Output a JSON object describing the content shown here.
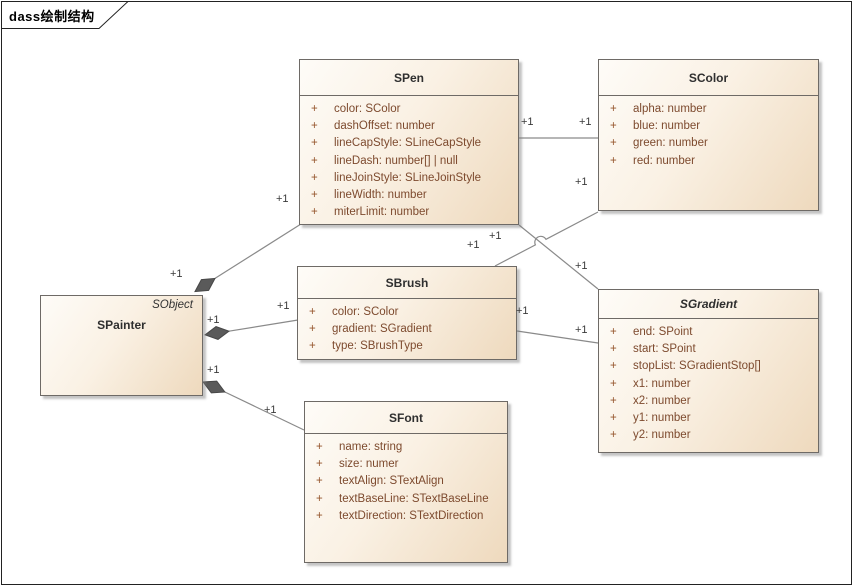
{
  "frame": {
    "title": "dass绘制结构"
  },
  "classes": {
    "spen": {
      "name": "SPen",
      "attributes": [
        {
          "v": "+",
          "t": "color: SColor"
        },
        {
          "v": "+",
          "t": "dashOffset: number"
        },
        {
          "v": "+",
          "t": "lineCapStyle: SLineCapStyle"
        },
        {
          "v": "+",
          "t": "lineDash: number[] | null"
        },
        {
          "v": "+",
          "t": "lineJoinStyle: SLineJoinStyle"
        },
        {
          "v": "+",
          "t": "lineWidth: number"
        },
        {
          "v": "+",
          "t": "miterLimit: number"
        }
      ]
    },
    "scolor": {
      "name": "SColor",
      "attributes": [
        {
          "v": "+",
          "t": "alpha: number"
        },
        {
          "v": "+",
          "t": "blue: number"
        },
        {
          "v": "+",
          "t": "green: number"
        },
        {
          "v": "+",
          "t": "red: number"
        }
      ]
    },
    "sbrush": {
      "name": "SBrush",
      "attributes": [
        {
          "v": "+",
          "t": "color: SColor"
        },
        {
          "v": "+",
          "t": "gradient: SGradient"
        },
        {
          "v": "+",
          "t": "type: SBrushType"
        }
      ]
    },
    "sgradient": {
      "name": "SGradient",
      "abstract": true,
      "attributes": [
        {
          "v": "+",
          "t": "end: SPoint"
        },
        {
          "v": "+",
          "t": "start: SPoint"
        },
        {
          "v": "+",
          "t": "stopList: SGradientStop[]"
        },
        {
          "v": "+",
          "t": "x1: number"
        },
        {
          "v": "+",
          "t": "x2: number"
        },
        {
          "v": "+",
          "t": "y1: number"
        },
        {
          "v": "+",
          "t": "y2: number"
        }
      ]
    },
    "sfont": {
      "name": "SFont",
      "attributes": [
        {
          "v": "+",
          "t": "name: string"
        },
        {
          "v": "+",
          "t": "size: numer"
        },
        {
          "v": "+",
          "t": "textAlign: STextAlign"
        },
        {
          "v": "+",
          "t": "textBaseLine: STextBaseLine"
        },
        {
          "v": "+",
          "t": "textDirection: STextDirection"
        }
      ]
    },
    "spainter": {
      "name": "SPainter",
      "parent": "SObject",
      "attributes": []
    }
  },
  "connectors": {
    "spainter_spen": {
      "type": "composition",
      "source_label": "+1",
      "target_label": "+1"
    },
    "spainter_sbrush": {
      "type": "composition",
      "source_label": "+1",
      "target_label": "+1"
    },
    "spainter_sfont": {
      "type": "composition",
      "source_label": "+1",
      "target_label": "+1"
    },
    "spen_scolor": {
      "type": "association",
      "source_label": "+1",
      "target_label": "+1"
    },
    "sbrush_scolor": {
      "type": "association",
      "source_label": "+1",
      "target_label": "+1"
    },
    "spen_sgradient": {
      "type": "association",
      "source_label": "+1",
      "target_label": "+1"
    },
    "sbrush_sgradient": {
      "type": "association",
      "source_label": "+1",
      "target_label": "+1"
    }
  },
  "colors": {
    "box_fill_light": "#fefcf8",
    "box_fill_dark": "#eed9bd",
    "box_border": "#6e6a66",
    "attr_text": "#7d4a2e",
    "visibility_sign": "#95552c",
    "connector_line": "#8a8a8a",
    "composition_diamond": "#5a5a5a",
    "label_text": "#3a3a3a"
  }
}
